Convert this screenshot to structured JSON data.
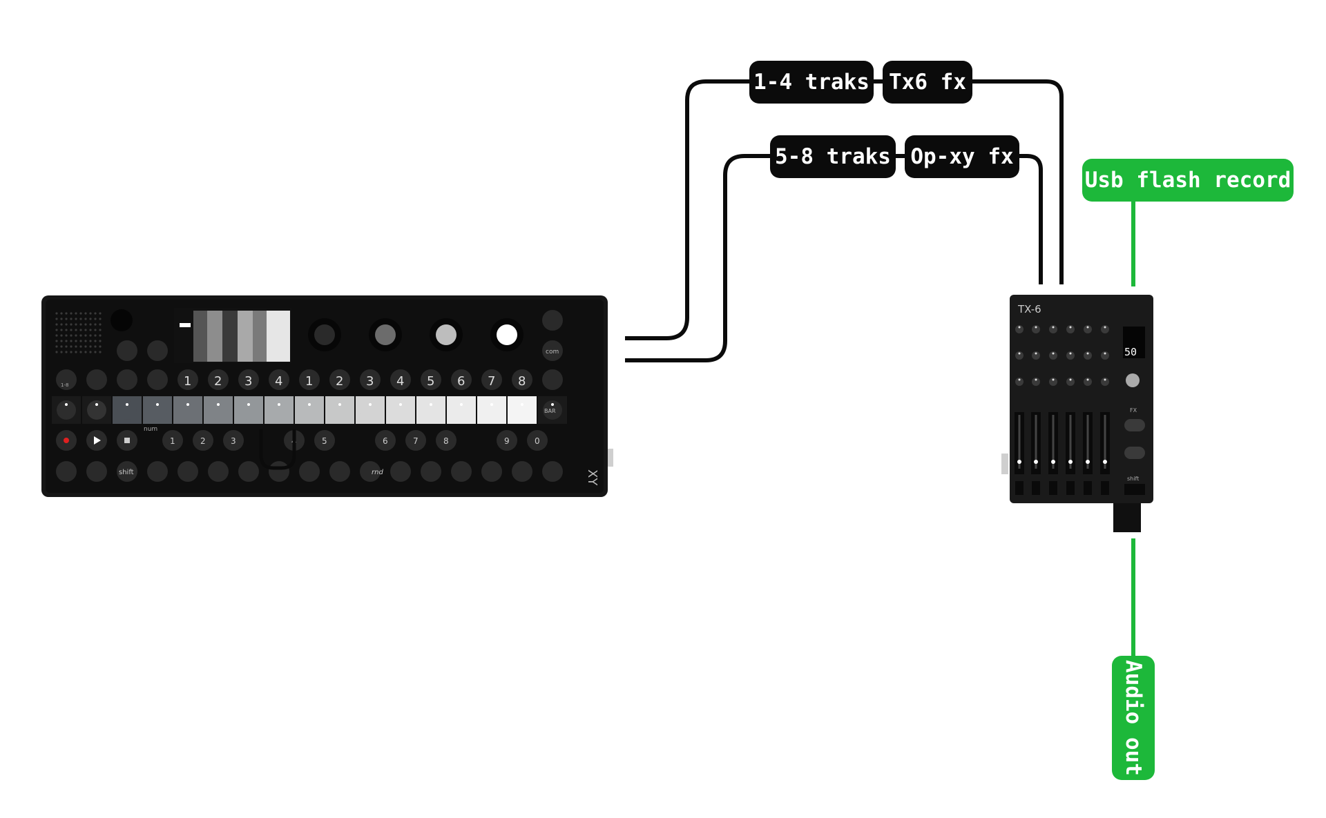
{
  "labels": {
    "tracks_1_4": "1-4 traks",
    "tx6_fx": "Tx6 fx",
    "tracks_5_8": "5-8 traks",
    "opxy_fx": "Op-xy fx",
    "usb_record": "Usb flash record",
    "audio_out": "Audio out"
  },
  "opxy": {
    "step_numbers": [
      "1",
      "2",
      "3",
      "4",
      "1",
      "2",
      "3",
      "4",
      "5",
      "6",
      "7",
      "8"
    ],
    "num_label": "num",
    "num_row": [
      "1",
      "2",
      "3",
      "4",
      "5",
      "6",
      "7",
      "8",
      "9",
      "0"
    ],
    "shift_label": "shift",
    "rnd_label": "rnd",
    "com_label": "com",
    "bar_label": "BAR",
    "brand": "XY",
    "wave_label": "1-8"
  },
  "tx6": {
    "brand": "TX-6",
    "screen_value": "50",
    "fx_label": "FX",
    "shift_label": "shift"
  },
  "colors": {
    "cable": "#0b0b0b",
    "green": "#1db83a",
    "device": "#161616",
    "key": "#2a2a2a"
  }
}
